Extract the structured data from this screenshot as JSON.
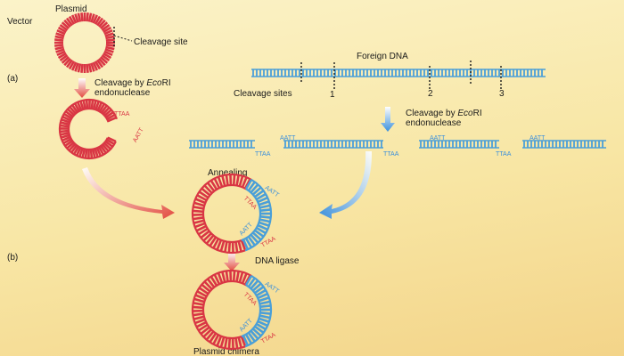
{
  "labels": {
    "plasmid": "Plasmid",
    "vector": "Vector",
    "cleavage_site": "Cleavage site",
    "step_a": "(a)",
    "step_b": "(b)",
    "cleavage_by": "Cleavage by ",
    "enzyme": "Eco",
    "enzyme_suffix": "RI",
    "endonuclease": "endonuclease",
    "foreign_dna": "Foreign DNA",
    "cleavage_sites": "Cleavage sites",
    "site_1": "1",
    "site_2": "2",
    "site_3": "3",
    "annealing": "Annealing",
    "dna_ligase": "DNA ligase",
    "plasmid_chimera": "Plasmid chimera"
  },
  "sticky_ends": {
    "aatt": "AATT",
    "ttaa": "TTAA"
  },
  "colors": {
    "plasmid_red": "#d93644",
    "foreign_blue": "#4a9fd8",
    "arrow_red": "#e24a3e",
    "arrow_blue": "#3a8fdc",
    "text": "#1a1a1a",
    "background": "#f8e6a4"
  }
}
